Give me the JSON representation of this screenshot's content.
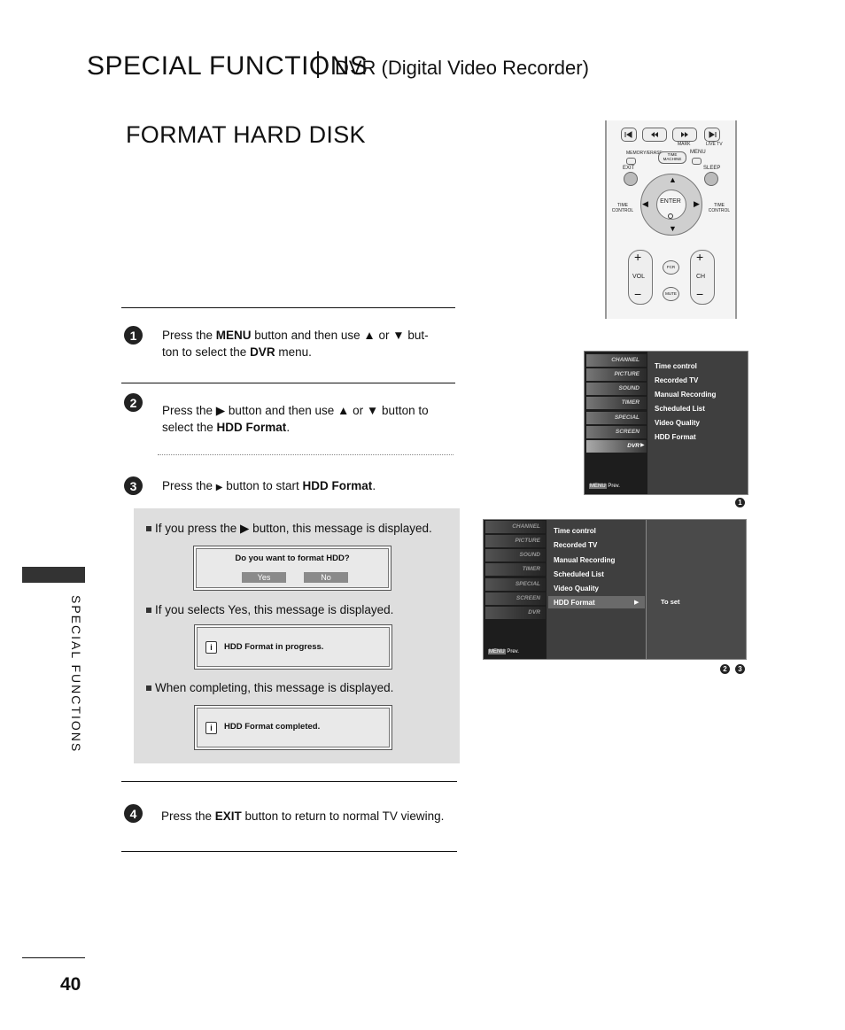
{
  "header": {
    "title": "SPECIAL FUNCTIONS",
    "subtitle": "DVR (Digital Video Recorder)"
  },
  "section_title": "FORMAT HARD DISK",
  "side_tab": "SPECIAL FUNCTIONS",
  "page_number": "40",
  "steps": [
    {
      "number": "1",
      "segments": [
        "Press the ",
        "MENU",
        " button and  then use ",
        "▲",
        " or ",
        "▼",
        " but-",
        "ton to select the ",
        "DVR",
        " menu."
      ]
    },
    {
      "number": "2",
      "segments": [
        "Press the ",
        "▶",
        " button and then use ",
        "▲",
        " or ",
        "▼",
        " button to",
        "select the ",
        "HDD Format",
        "."
      ]
    },
    {
      "number": "3",
      "segments": [
        "Press the ",
        "▶",
        " button to start ",
        "HDD Format",
        "."
      ]
    },
    {
      "number": "4",
      "segments": [
        "Press the ",
        "EXIT",
        " button to return to normal TV viewing."
      ]
    }
  ],
  "notes": [
    {
      "text": "If you press the ▶ button, this message is displayed.",
      "message": "Do you want to format HDD?",
      "buttons": [
        "Yes",
        "No"
      ]
    },
    {
      "text": "If you selects Yes, this message is displayed.",
      "message": "HDD Format in progress.",
      "icon": "info-icon",
      "icon_glyph": "i"
    },
    {
      "text": "When completing, this message is displayed.",
      "message": "HDD Format completed.",
      "icon": "info-icon",
      "icon_glyph": "i"
    }
  ],
  "remote": {
    "labels": {
      "mark": "MARK",
      "live_tv": "LIVE TV",
      "memory_erase": "MEMORY/ERASE",
      "time_machine": "TIME MACHINE",
      "menu": "MENU",
      "exit": "EXIT",
      "sleep": "SLEEP",
      "time_control": "TIME CONTROL",
      "enter": "ENTER",
      "vol": "VOL",
      "ch": "CH",
      "fcr": "FCR",
      "mute": "MUTE"
    },
    "icons": [
      "skip-back-icon",
      "rewind-icon",
      "fast-forward-icon",
      "skip-forward-icon"
    ]
  },
  "osd_menu_1": {
    "categories": [
      "CHANNEL",
      "PICTURE",
      "SOUND",
      "TIMER",
      "SPECIAL",
      "SCREEN",
      "DVR"
    ],
    "selected_arrow": "▶",
    "items": [
      "Time control",
      "Recorded TV",
      "Manual Recording",
      "Scheduled List",
      "Video Quality",
      "HDD Format"
    ],
    "footer_key": "MENU",
    "footer_text": "Prev.",
    "ref": "1"
  },
  "osd_menu_2": {
    "categories": [
      "CHANNEL",
      "PICTURE",
      "SOUND",
      "TIMER",
      "SPECIAL",
      "SCREEN",
      "DVR"
    ],
    "items": [
      "Time control",
      "Recorded TV",
      "Manual Recording",
      "Scheduled List",
      "Video Quality",
      "HDD Format"
    ],
    "selected_index": 5,
    "selected_arrow": "▶",
    "sub_label": "To set",
    "footer_key": "MENU",
    "footer_text": "Prev.",
    "refs": [
      "2",
      "3"
    ]
  }
}
